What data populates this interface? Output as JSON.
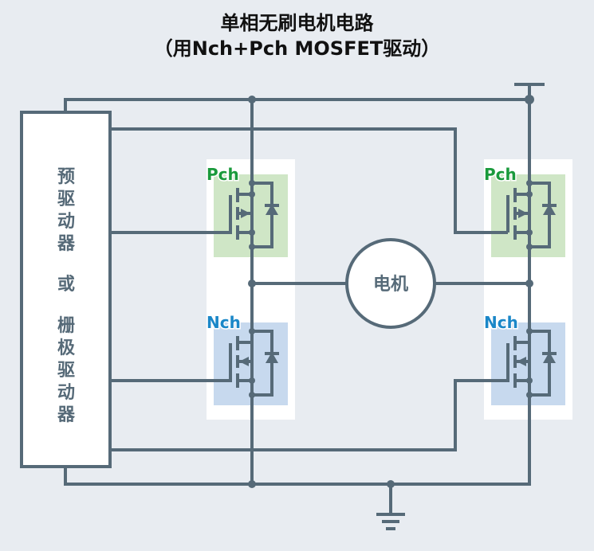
{
  "title": {
    "line1": "单相无刷电机电路",
    "line2": "（用Nch+Pch MOSFET驱动）"
  },
  "driver": {
    "line1": "预",
    "line2": "驱",
    "line3": "动",
    "line4": "器",
    "line5": "或",
    "line6": "栅",
    "line7": "极",
    "line8": "驱",
    "line9": "动",
    "line10": "器"
  },
  "motor": {
    "label": "电机"
  },
  "transistors": {
    "left_top": {
      "type": "Pch"
    },
    "left_bottom": {
      "type": "Nch"
    },
    "right_top": {
      "type": "Pch"
    },
    "right_bottom": {
      "type": "Nch"
    }
  },
  "colors": {
    "wire": "#566a78",
    "pch_label": "#1a9a3c",
    "nch_label": "#1a87c8",
    "pch_fill": "#cfe6c6",
    "nch_fill": "#c7d9ee",
    "background": "#e8ecf1"
  }
}
